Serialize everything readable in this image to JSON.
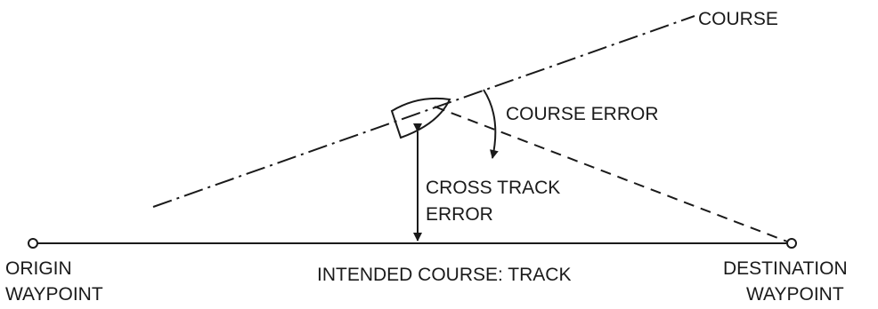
{
  "labels": {
    "course": "COURSE",
    "course_error": "COURSE ERROR",
    "cross_track_line1": "CROSS TRACK",
    "cross_track_line2": "ERROR",
    "origin_line1": "ORIGIN",
    "origin_line2": "WAYPOINT",
    "track": "INTENDED COURSE: TRACK",
    "destination_line1": "DESTINATION",
    "destination_line2": "WAYPOINT"
  },
  "colors": {
    "ink": "#1a1a1a",
    "background": "#ffffff"
  }
}
